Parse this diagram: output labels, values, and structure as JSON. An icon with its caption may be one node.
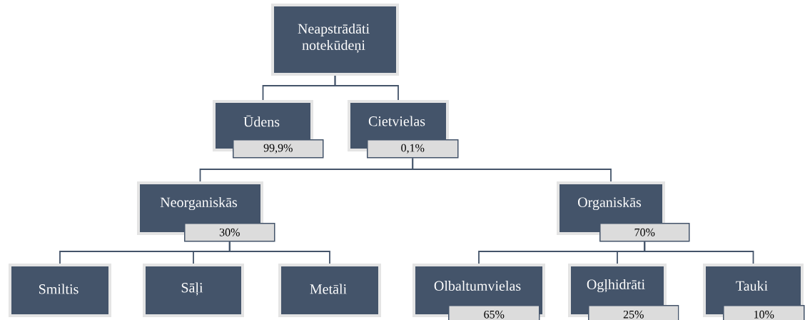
{
  "diagram": {
    "nodes": [
      {
        "text": [
          "Neapstrādāti notekūdeņi"
        ]
      },
      {
        "text": [
          "Ūdens",
          "99,9%"
        ]
      },
      {
        "text": [
          "Cietvielas",
          "0,1%"
        ]
      },
      {
        "text": [
          "Neorganiskās",
          "30%"
        ]
      },
      {
        "text": [
          "Organiskās",
          "70%"
        ]
      },
      {
        "text": [
          "Smiltis"
        ]
      },
      {
        "text": [
          "Sāļi"
        ]
      },
      {
        "text": [
          "Metāli"
        ]
      },
      {
        "text": [
          "Olbaltumvielas",
          "65%"
        ]
      },
      {
        "text": [
          "Ogļhidrāti",
          "25%"
        ]
      },
      {
        "text": [
          "Tauki",
          "10%"
        ]
      }
    ],
    "edges": [
      {
        "from": 0,
        "to": 1,
        "arrow": "none"
      },
      {
        "from": 0,
        "to": 2,
        "arrow": "none"
      },
      {
        "from": 2,
        "to": 3,
        "arrow": "none"
      },
      {
        "from": 2,
        "to": 4,
        "arrow": "none"
      },
      {
        "from": 3,
        "to": 5,
        "arrow": "none"
      },
      {
        "from": 3,
        "to": 6,
        "arrow": "none"
      },
      {
        "from": 3,
        "to": 7,
        "arrow": "none"
      },
      {
        "from": 4,
        "to": 8,
        "arrow": "none"
      },
      {
        "from": 4,
        "to": 9,
        "arrow": "none"
      },
      {
        "from": 4,
        "to": 10,
        "arrow": "none"
      }
    ]
  }
}
